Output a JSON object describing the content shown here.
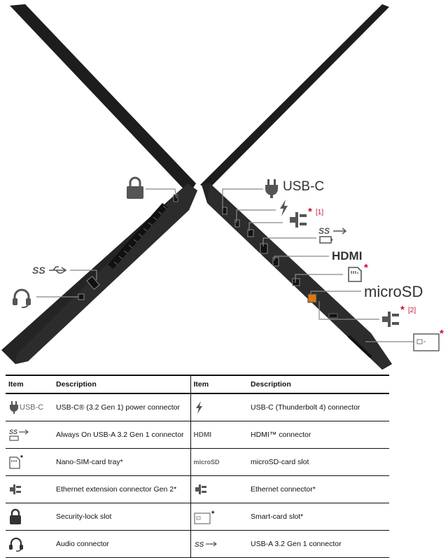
{
  "callouts": {
    "usbc": "USB-C",
    "hdmi": "HDMI",
    "microsd": "microSD",
    "star": "*",
    "fn1": "[1]",
    "fn2": "[2]"
  },
  "table": {
    "headers": [
      "Item",
      "Description",
      "Item",
      "Description"
    ],
    "rows": [
      {
        "left_icon": "usb-c-power-icon",
        "left_icon_text": "USB-C",
        "left_desc": "USB-C® (3.2 Gen 1) power connector",
        "right_icon": "thunderbolt-icon",
        "right_icon_text": "",
        "right_desc": "USB-C (Thunderbolt 4) connector"
      },
      {
        "left_icon": "usb-ss-battery-icon",
        "left_icon_text": "",
        "left_desc": "Always On USB-A 3.2 Gen 1 connector",
        "right_icon": "hdmi-icon",
        "right_icon_text": "HDMI",
        "right_desc": "HDMI™ connector"
      },
      {
        "left_icon": "sim-card-icon",
        "left_icon_text": "",
        "left_desc": "Nano-SIM-card tray*",
        "right_icon": "microsd-icon",
        "right_icon_text": "microSD",
        "right_desc": "microSD-card slot"
      },
      {
        "left_icon": "ethernet-icon",
        "left_icon_text": "",
        "left_desc": "Ethernet extension connector Gen 2*",
        "right_icon": "ethernet-icon",
        "right_icon_text": "",
        "right_desc": "Ethernet connector*"
      },
      {
        "left_icon": "lock-icon",
        "left_icon_text": "",
        "left_desc": "Security-lock slot",
        "right_icon": "smart-card-icon",
        "right_icon_text": "",
        "right_desc": "Smart-card slot*"
      },
      {
        "left_icon": "headset-icon",
        "left_icon_text": "",
        "left_desc": "Audio connector",
        "right_icon": "usb-ss-icon",
        "right_icon_text": "",
        "right_desc": "USB-A 3.2 Gen 1 connector"
      }
    ]
  },
  "colors": {
    "body": "#222222",
    "callout": "#c8102e",
    "icon": "#555555"
  }
}
